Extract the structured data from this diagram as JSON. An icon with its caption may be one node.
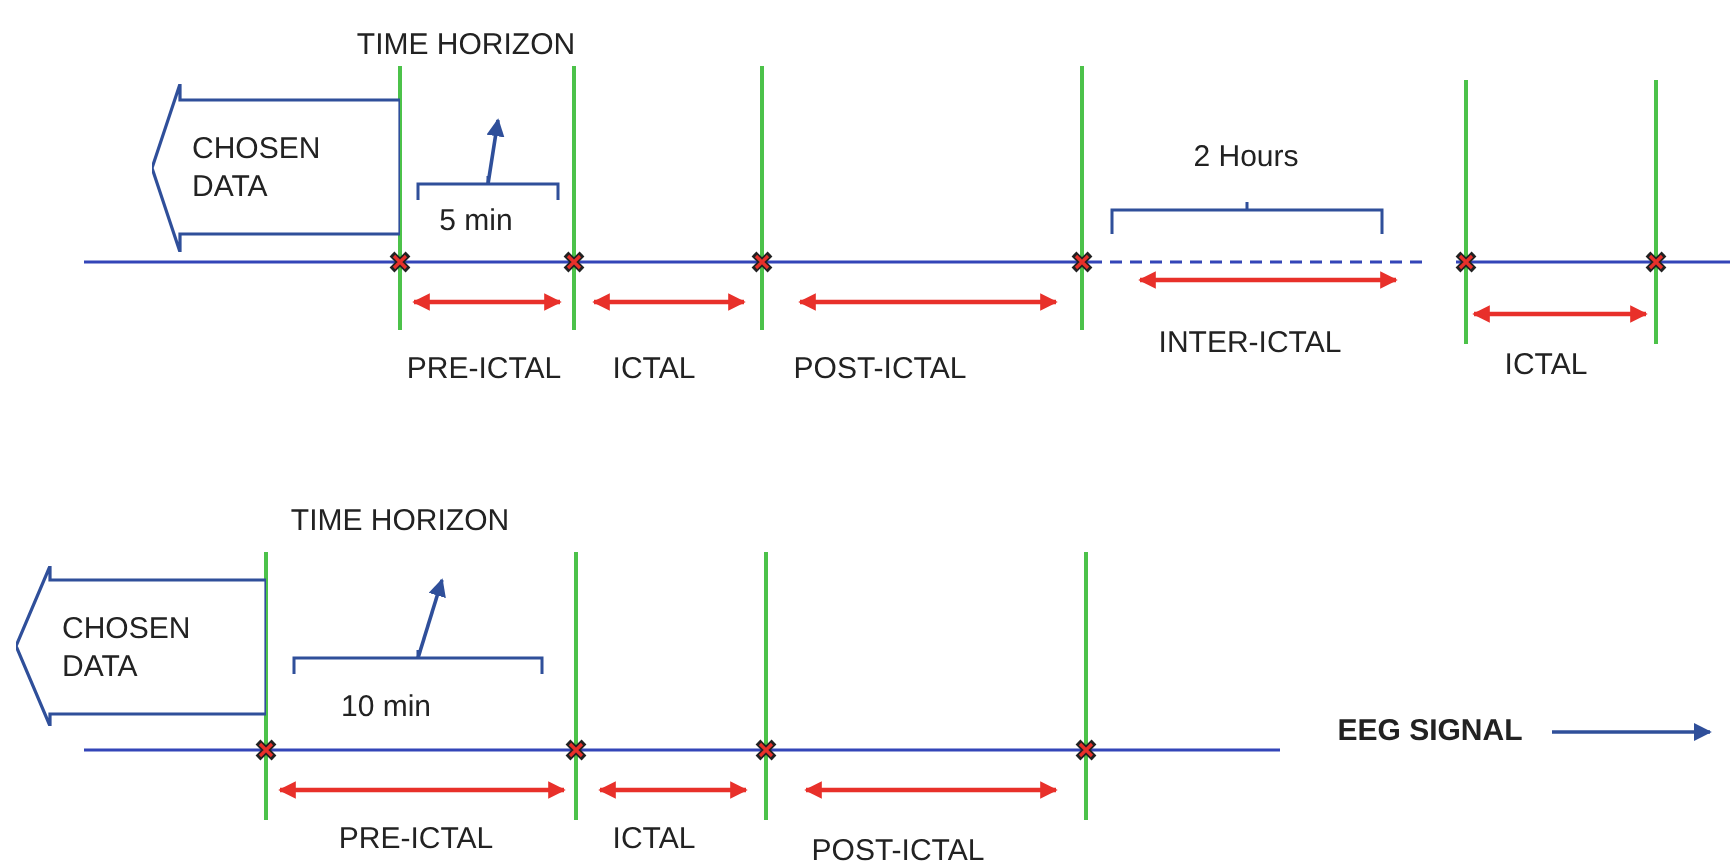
{
  "diagram": {
    "nodes": [
      {
        "text": [
          "CHOSEN DATA"
        ]
      },
      {
        "text": [
          "CHOSEN DATA"
        ]
      }
    ],
    "labels": [
      "TIME HORIZON",
      "5 min",
      "2 Hours",
      "PRE-ICTAL",
      "ICTAL",
      "POST-ICTAL",
      "INTER-ICTAL",
      "ICTAL",
      "TIME HORIZON",
      "10 min",
      "EEG SIGNAL",
      "PRE-ICTAL",
      "ICTAL",
      "POST-ICTAL"
    ]
  }
}
